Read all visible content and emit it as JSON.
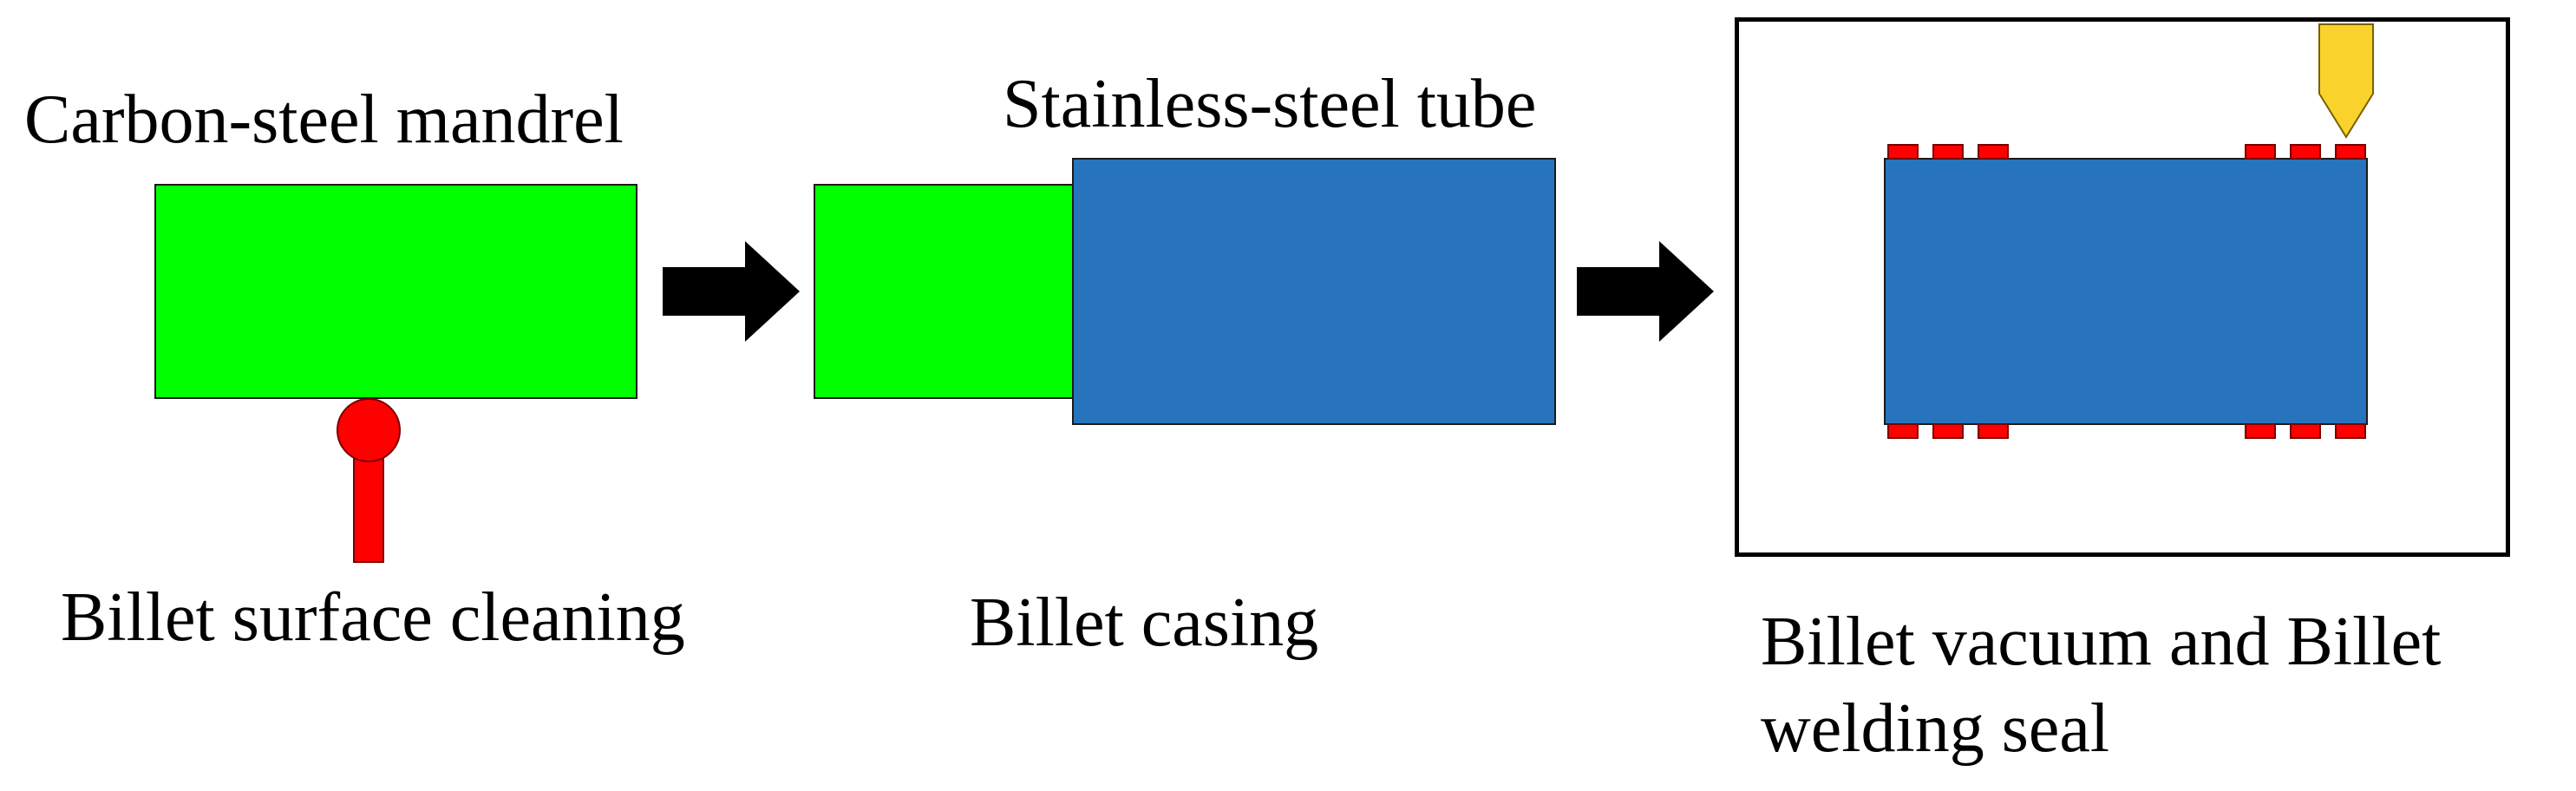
{
  "labels": {
    "mandrel": "Carbon-steel mandrel",
    "tube": "Stainless-steel tube",
    "cleaning": "Billet surface cleaning",
    "casing": "Billet casing",
    "vacuum_line1": "Billet vacuum and Billet",
    "vacuum_line2": "welding seal"
  },
  "colors": {
    "mandrel": "#00FF00",
    "tube": "#2874BC",
    "cleaning_tool": "#FF0000",
    "clamp": "#FF0000",
    "welding_torch": "#F9D32B",
    "arrow": "#000000",
    "chamber_border": "#000000"
  }
}
